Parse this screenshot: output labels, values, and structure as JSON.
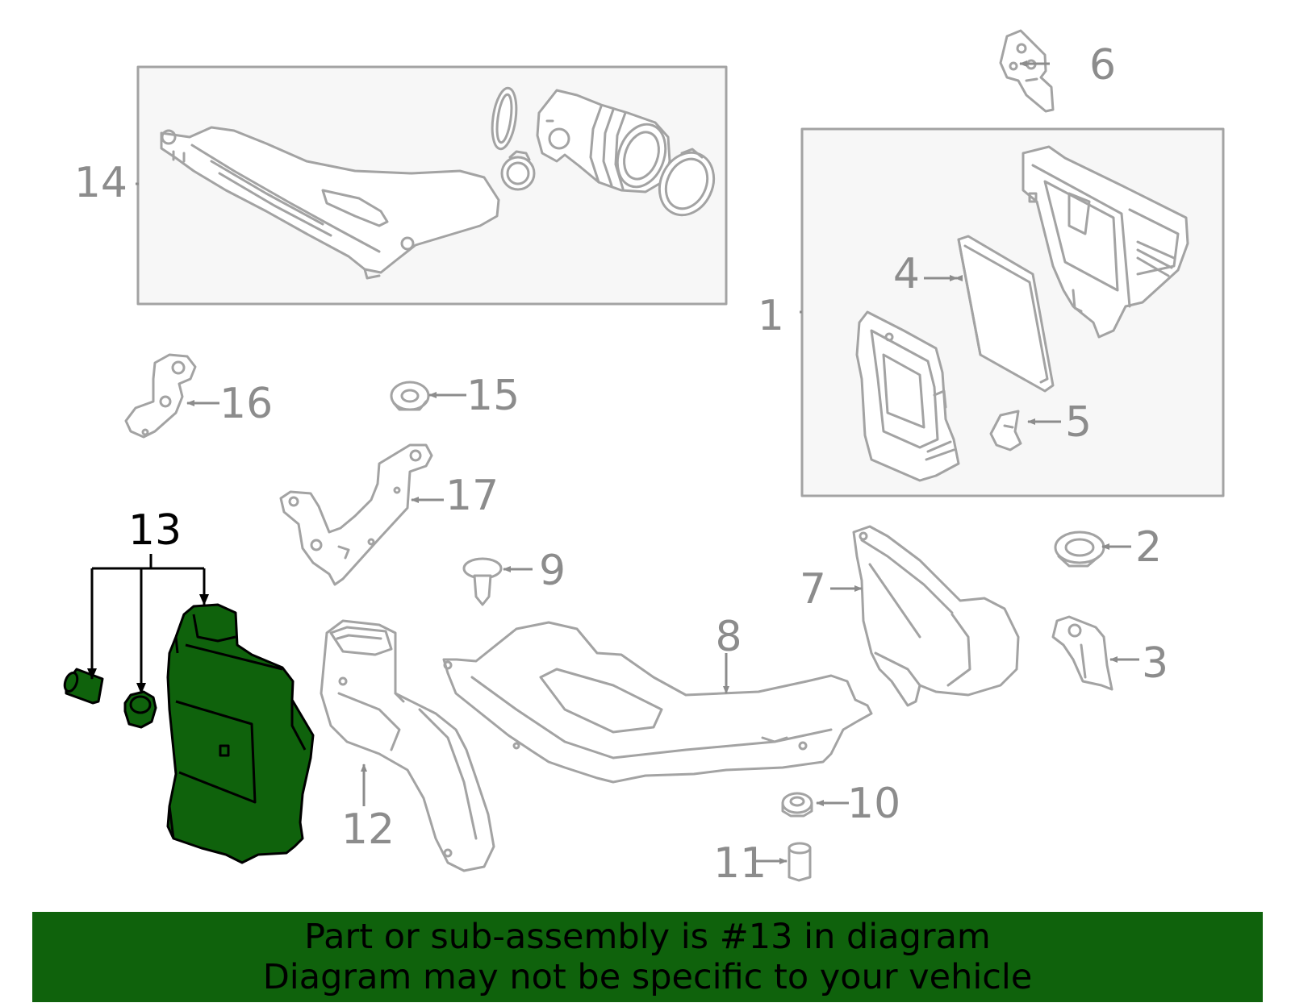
{
  "colors": {
    "outline": "#a3a3a3",
    "label": "#8c8c8c",
    "box_fill": "#f7f7f7",
    "highlight": "#0f620c",
    "highlight_stroke": "#000000",
    "highlight_label": "#000000",
    "banner_bg": "#0f620c",
    "banner_text": "#000000"
  },
  "callouts": {
    "c1": "1",
    "c2": "2",
    "c3": "3",
    "c4": "4",
    "c5": "5",
    "c6": "6",
    "c7": "7",
    "c8": "8",
    "c9": "9",
    "c10": "10",
    "c11": "11",
    "c12": "12",
    "c13": "13",
    "c14": "14",
    "c15": "15",
    "c16": "16",
    "c17": "17"
  },
  "highlighted_part": "13",
  "banner": {
    "line1": "Part or sub-assembly is #13 in diagram",
    "line2": "Diagram may not be specific to your vehicle"
  }
}
